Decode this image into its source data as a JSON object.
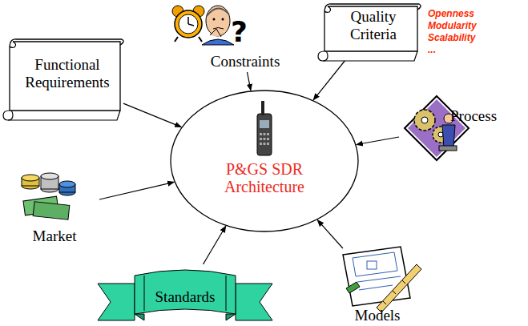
{
  "diagram": {
    "nodes": [
      {
        "text": [
          "Functional Requirements"
        ]
      },
      {
        "text": [
          "Constraints"
        ]
      },
      {
        "text": [
          "Quality Criteria"
        ]
      },
      {
        "text": [
          "Process"
        ]
      },
      {
        "text": [
          "P&GS SDR Architecture"
        ]
      },
      {
        "text": [
          "Market"
        ]
      },
      {
        "text": [
          "Standards"
        ]
      },
      {
        "text": [
          "Models"
        ]
      }
    ],
    "edges": [
      {
        "from": 0,
        "to": 4,
        "arrow": "to"
      },
      {
        "from": 1,
        "to": 4,
        "arrow": "to"
      },
      {
        "from": 2,
        "to": 4,
        "arrow": "to"
      },
      {
        "from": 3,
        "to": 4,
        "arrow": "to"
      },
      {
        "from": 5,
        "to": 4,
        "arrow": "to"
      },
      {
        "from": 6,
        "to": 4,
        "arrow": "to"
      },
      {
        "from": 7,
        "to": 4,
        "arrow": "to"
      }
    ],
    "labels": [
      "Openness",
      "Modularity",
      "Scalability",
      "..."
    ]
  }
}
